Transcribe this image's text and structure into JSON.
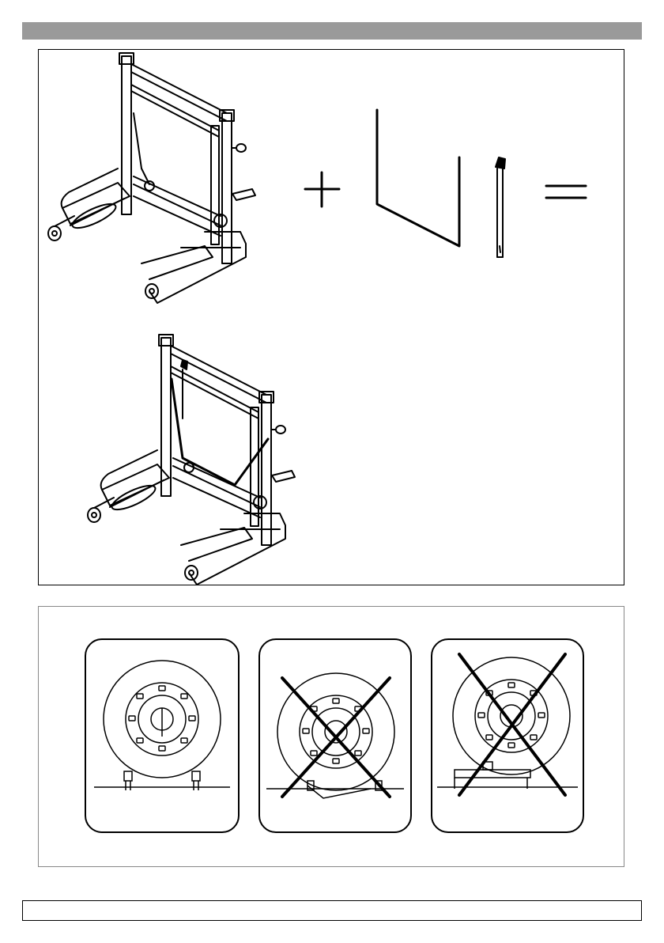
{
  "header": {
    "bar_color": "#9a9a9a"
  },
  "assembly": {
    "symbols": {
      "plus_icon": "plus-icon",
      "equals_icon": "equals-icon"
    },
    "parts": [
      "wheel-dolly-icon",
      "safety-frame-icon",
      "handle-bar-icon",
      "assembled-dolly-icon"
    ]
  },
  "positioning": {
    "cards": [
      {
        "id": "correct",
        "status": "ok",
        "icon": "wheel-on-dolly-icon"
      },
      {
        "id": "incorrect-low",
        "status": "wrong",
        "icon": "cross-icon"
      },
      {
        "id": "incorrect-offset",
        "status": "wrong",
        "icon": "cross-icon"
      }
    ]
  },
  "footer": {
    "text": ""
  }
}
